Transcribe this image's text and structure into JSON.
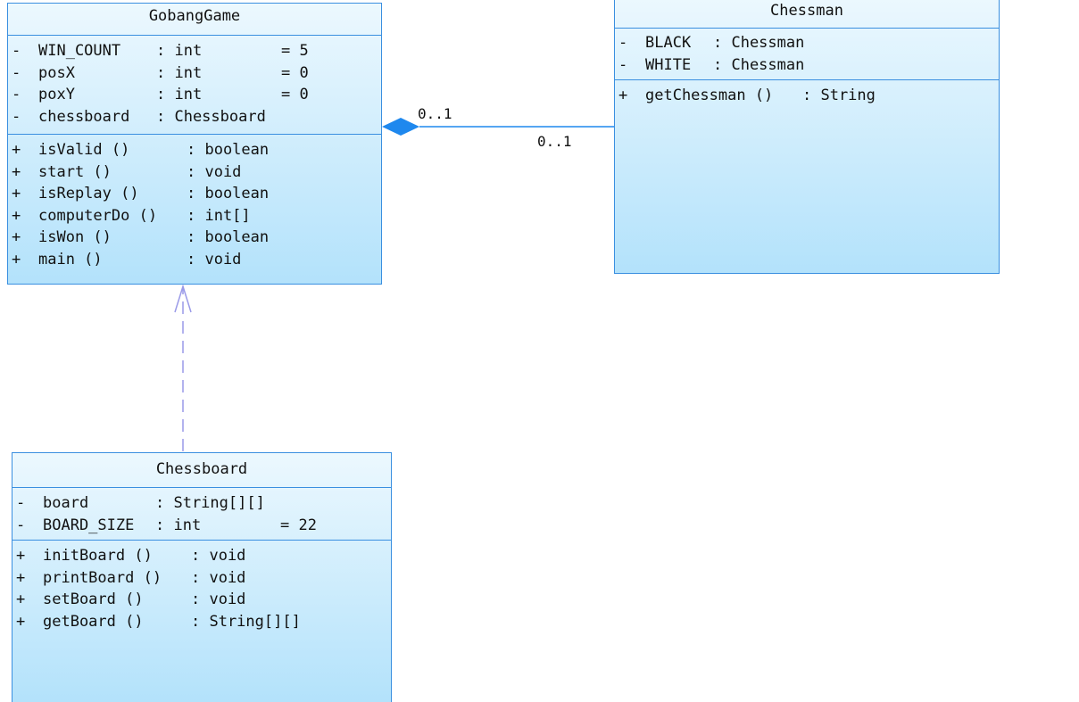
{
  "classes": {
    "gobang": {
      "name": "GobangGame",
      "attributes": [
        {
          "vis": "-",
          "name": "WIN_COUNT",
          "type": ": int",
          "value": "= 5"
        },
        {
          "vis": "-",
          "name": "posX",
          "type": ": int",
          "value": "= 0"
        },
        {
          "vis": "-",
          "name": "poxY",
          "type": ": int",
          "value": "= 0"
        },
        {
          "vis": "-",
          "name": "chessboard",
          "type": ": Chessboard",
          "value": ""
        }
      ],
      "operations": [
        {
          "vis": "+",
          "name": "isValid ()",
          "type": ": boolean"
        },
        {
          "vis": "+",
          "name": "start ()",
          "type": ": void"
        },
        {
          "vis": "+",
          "name": "isReplay ()",
          "type": ": boolean"
        },
        {
          "vis": "+",
          "name": "computerDo ()",
          "type": ": int[]"
        },
        {
          "vis": "+",
          "name": "isWon ()",
          "type": ": boolean"
        },
        {
          "vis": "+",
          "name": "main ()",
          "type": ": void"
        }
      ]
    },
    "chessman": {
      "name": "Chessman",
      "attributes": [
        {
          "vis": "-",
          "name": "BLACK",
          "type": ": Chessman",
          "value": ""
        },
        {
          "vis": "-",
          "name": "WHITE",
          "type": ": Chessman",
          "value": ""
        }
      ],
      "operations": [
        {
          "vis": "+",
          "name": "getChessman ()",
          "type": ": String"
        }
      ]
    },
    "chessboard": {
      "name": "Chessboard",
      "attributes": [
        {
          "vis": "-",
          "name": "board",
          "type": ": String[][]",
          "value": ""
        },
        {
          "vis": "-",
          "name": "BOARD_SIZE",
          "type": ": int",
          "value": "= 22"
        }
      ],
      "operations": [
        {
          "vis": "+",
          "name": "initBoard ()",
          "type": ": void"
        },
        {
          "vis": "+",
          "name": "printBoard ()",
          "type": ": void"
        },
        {
          "vis": "+",
          "name": "setBoard ()",
          "type": ": void"
        },
        {
          "vis": "+",
          "name": "getBoard ()",
          "type": ": String[][]"
        }
      ]
    }
  },
  "relations": {
    "composition": {
      "source_multiplicity": "0..1",
      "target_multiplicity": "0..1"
    }
  },
  "colors": {
    "border": "#3a8fe0",
    "fill_top": "#ecf8fe",
    "fill_bottom": "#b3e2fb",
    "composition": "#1e88ee",
    "dependency": "#9a9ae8"
  }
}
